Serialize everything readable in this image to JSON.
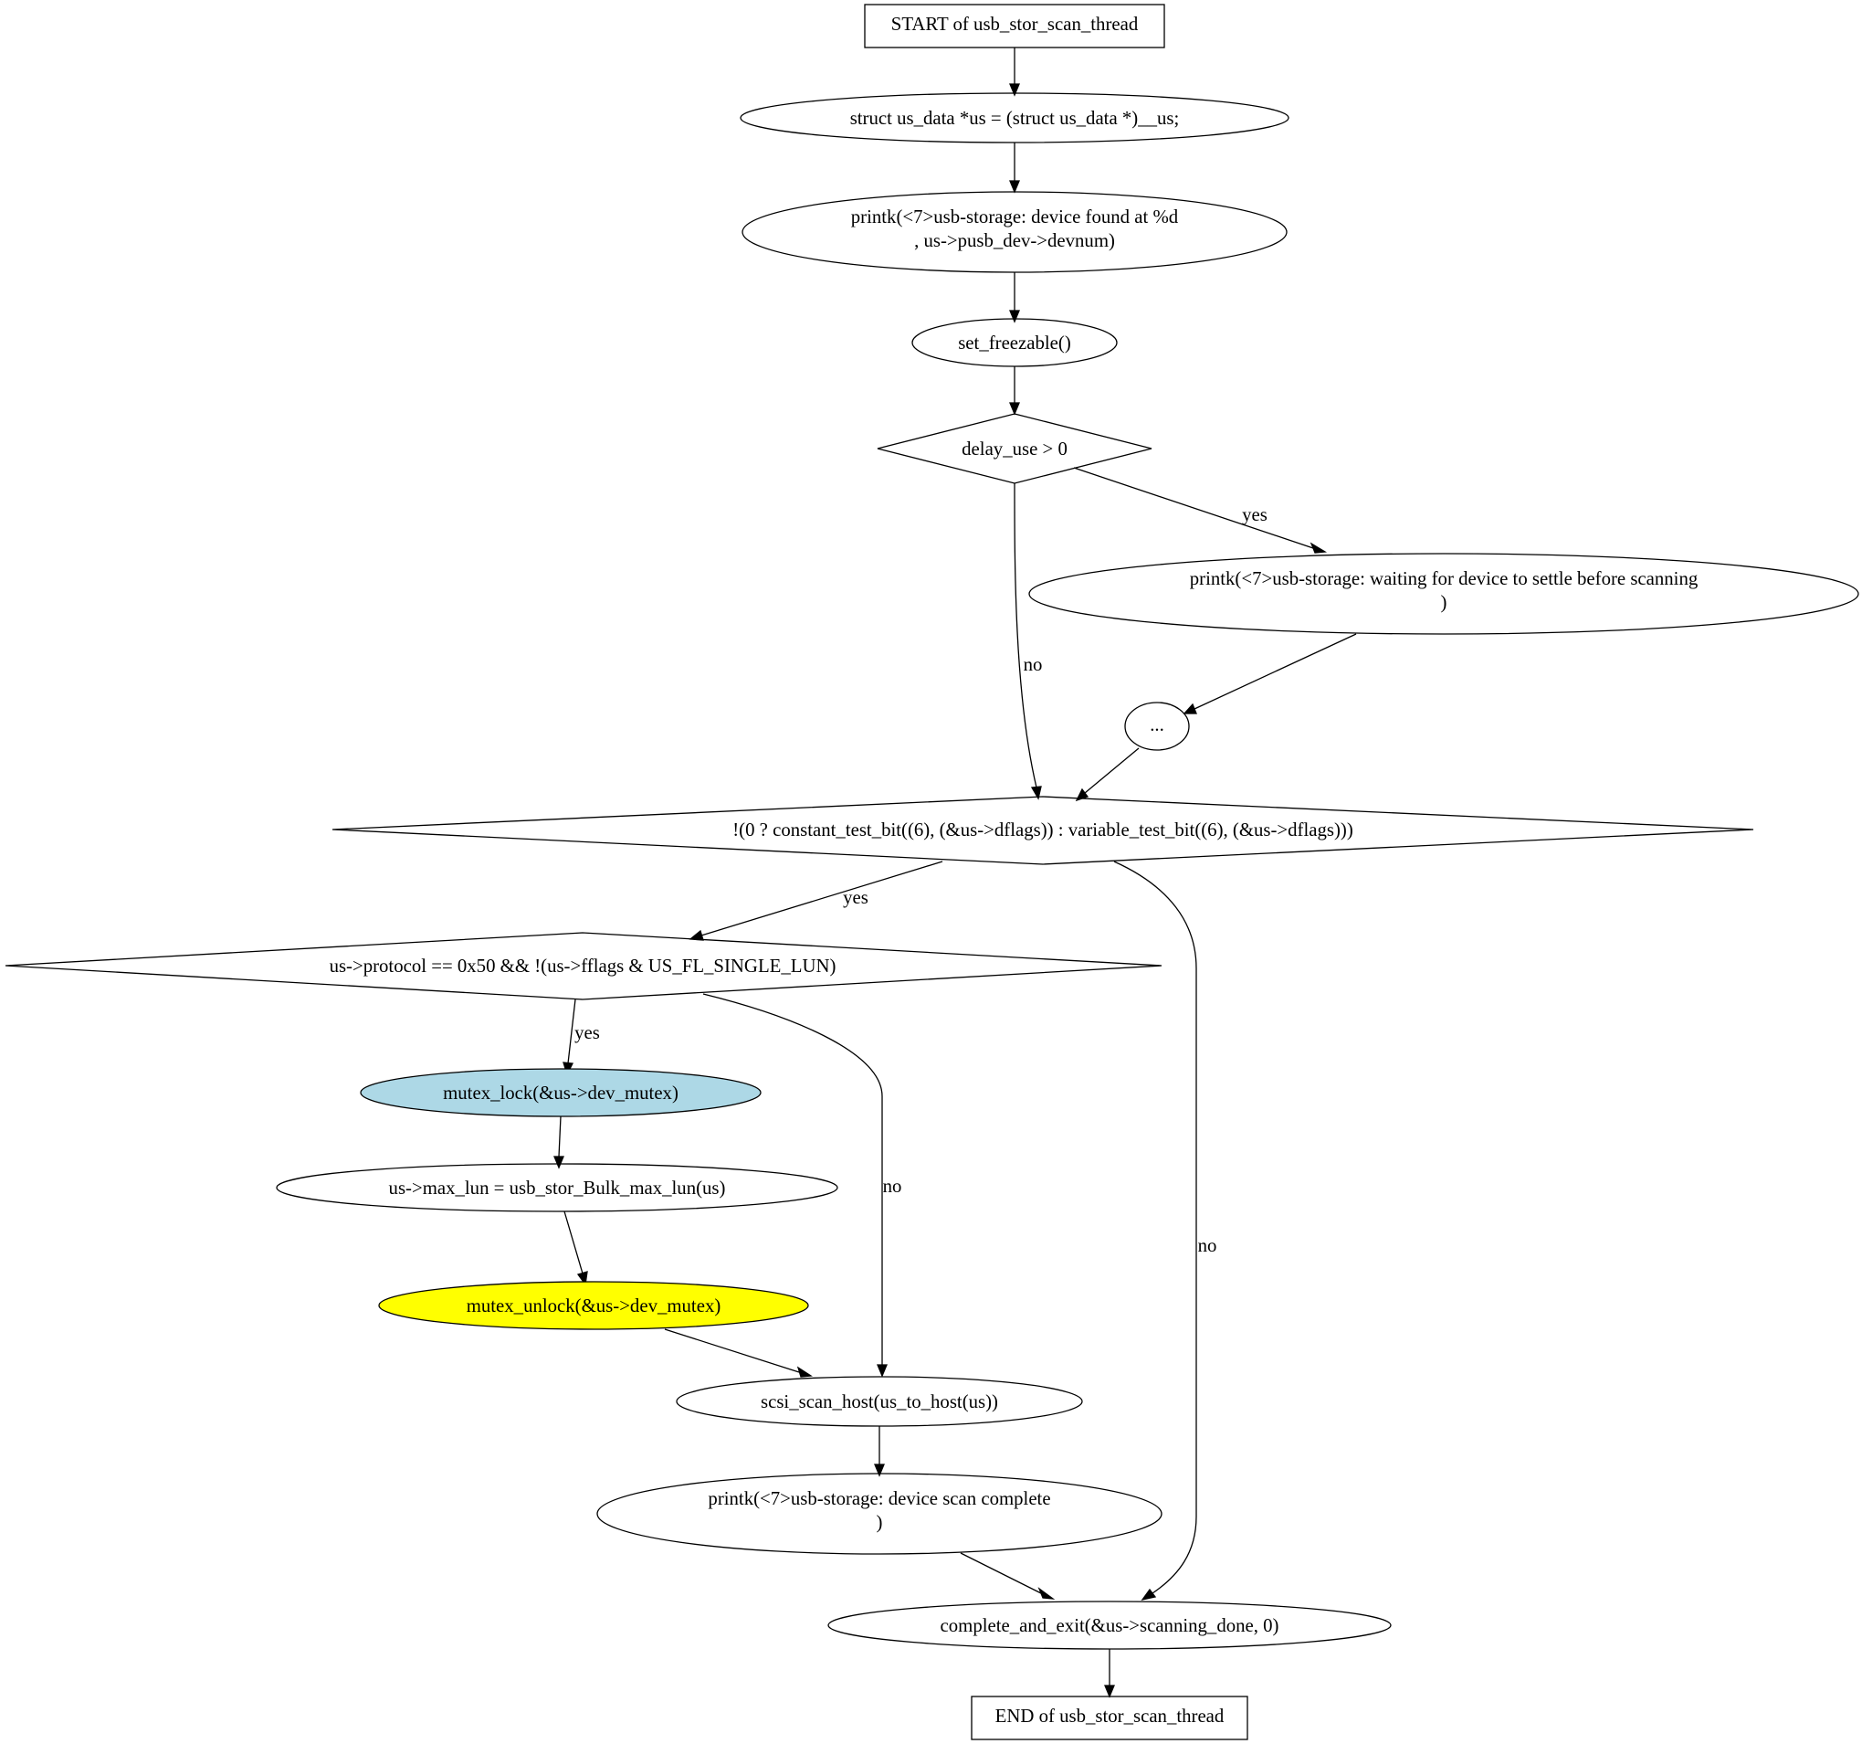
{
  "nodes": {
    "start": {
      "label": "START of usb_stor_scan_thread"
    },
    "us_decl": {
      "label": "struct us_data *us = (struct us_data *)__us;"
    },
    "printk_found": {
      "line1": "printk(<7>usb-storage: device found at %d",
      "line2": ", us->pusb_dev->devnum)"
    },
    "set_freezable": {
      "label": "set_freezable()"
    },
    "delay_check": {
      "label": "delay_use > 0"
    },
    "printk_waiting": {
      "line1": "printk(<7>usb-storage: waiting for device to settle before scanning",
      "line2": ")"
    },
    "ellipsis": {
      "label": "..."
    },
    "disconnect_check": {
      "label": "!(0 ? constant_test_bit((6), (&us->dflags)) : variable_test_bit((6), (&us->dflags)))"
    },
    "protocol_check": {
      "label": "us->protocol == 0x50 && !(us->fflags & US_FL_SINGLE_LUN)"
    },
    "mutex_lock": {
      "label": "mutex_lock(&us->dev_mutex)",
      "fill": "#add8e6"
    },
    "max_lun": {
      "label": "us->max_lun = usb_stor_Bulk_max_lun(us)"
    },
    "mutex_unlock": {
      "label": "mutex_unlock(&us->dev_mutex)",
      "fill": "#ffff00"
    },
    "scsi_scan": {
      "label": "scsi_scan_host(us_to_host(us))"
    },
    "printk_complete": {
      "line1": "printk(<7>usb-storage: device scan complete",
      "line2": ")"
    },
    "complete_exit": {
      "label": "complete_and_exit(&us->scanning_done, 0)"
    },
    "end": {
      "label": "END of usb_stor_scan_thread"
    }
  },
  "edges": {
    "delay_yes": "yes",
    "delay_no": "no",
    "disconnect_yes": "yes",
    "disconnect_no": "no",
    "protocol_yes": "yes",
    "protocol_no": "no"
  }
}
